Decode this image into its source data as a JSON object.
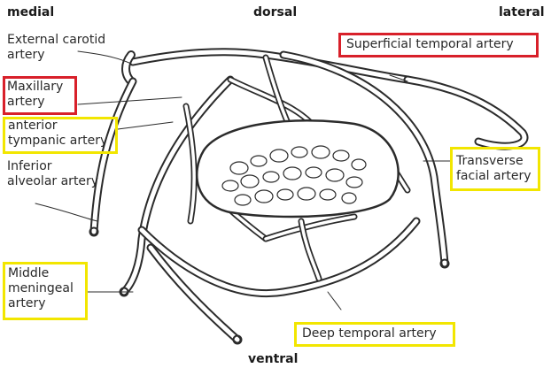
{
  "orientation": {
    "medial": "medial",
    "dorsal": "dorsal",
    "lateral": "lateral",
    "ventral": "ventral"
  },
  "labels": {
    "external_carotid": "External carotid\nartery",
    "superficial_temporal": "Superficial temporal artery",
    "maxillary": "Maxillary\nartery",
    "anterior_tympanic": "anterior\ntympanic artery",
    "inferior_alveolar": "Inferior\nalveolar artery",
    "transverse_facial": "Transverse\nfacial artery",
    "middle_meningeal": "Middle\nmeningeal\nartery",
    "deep_temporal": "Deep temporal artery"
  },
  "highlight_colors": {
    "red": "#d8202a",
    "yellow": "#f2e600"
  }
}
